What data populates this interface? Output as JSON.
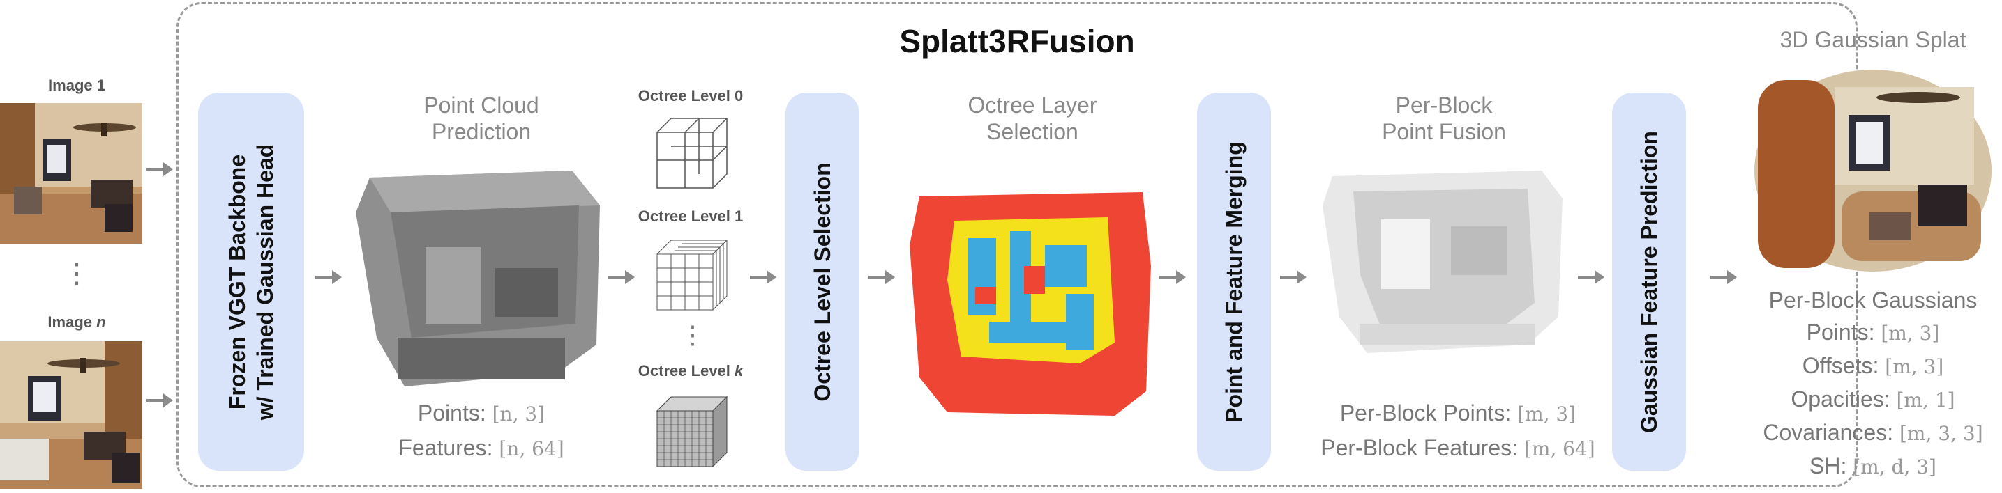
{
  "title": "Splatt3RFusion",
  "inputs": {
    "image1_label": "Image 1",
    "ellipsis": "⋮",
    "imagen_prefix": "Image ",
    "imagen_suffix": "n"
  },
  "stages": {
    "backbone_line1": "Frozen VGGT Backbone",
    "backbone_line2": "w/ Trained Gaussian Head",
    "pointcloud_line1": "Point Cloud",
    "pointcloud_line2": "Prediction",
    "octree_level0": "Octree Level 0",
    "octree_level1": "Octree Level 1",
    "octree_levelk_prefix": "Octree Level ",
    "octree_levelk_suffix": "k",
    "octree_ellipsis": "⋮",
    "octree_level_selection": "Octree Level Selection",
    "layer_sel_line1": "Octree Layer",
    "layer_sel_line2": "Selection",
    "merging": "Point and Feature Merging",
    "fusion_line1": "Per-Block",
    "fusion_line2": "Point Fusion",
    "gaussian_pred": "Gaussian Feature Prediction",
    "output_title": "3D Gaussian Splat"
  },
  "pointcloud_labels": {
    "points_label": "Points:",
    "points_dim": "[n, 3]",
    "features_label": "Features:",
    "features_dim": "[n, 64]"
  },
  "fusion_labels": {
    "points_label": "Per-Block Points:",
    "points_dim": "[m, 3]",
    "features_label": "Per-Block Features:",
    "features_dim": "[m, 64]"
  },
  "gaussians": {
    "title": "Per-Block Gaussians",
    "points_label": "Points:",
    "points_dim": "[m, 3]",
    "offsets_label": "Offsets:",
    "offsets_dim": "[m, 3]",
    "opacities_label": "Opacities:",
    "opacities_dim": "[m, 1]",
    "covariances_label": "Covariances:",
    "covariances_dim": "[m, 3, 3]",
    "sh_label": "SH:",
    "sh_dim": "[m, d, 3]"
  },
  "colors": {
    "pill": "#d9e4fb",
    "arrow": "#8a8a8a",
    "octree_red": "#ef4535",
    "octree_yellow": "#f4e11c",
    "octree_blue": "#3ea9dd"
  }
}
